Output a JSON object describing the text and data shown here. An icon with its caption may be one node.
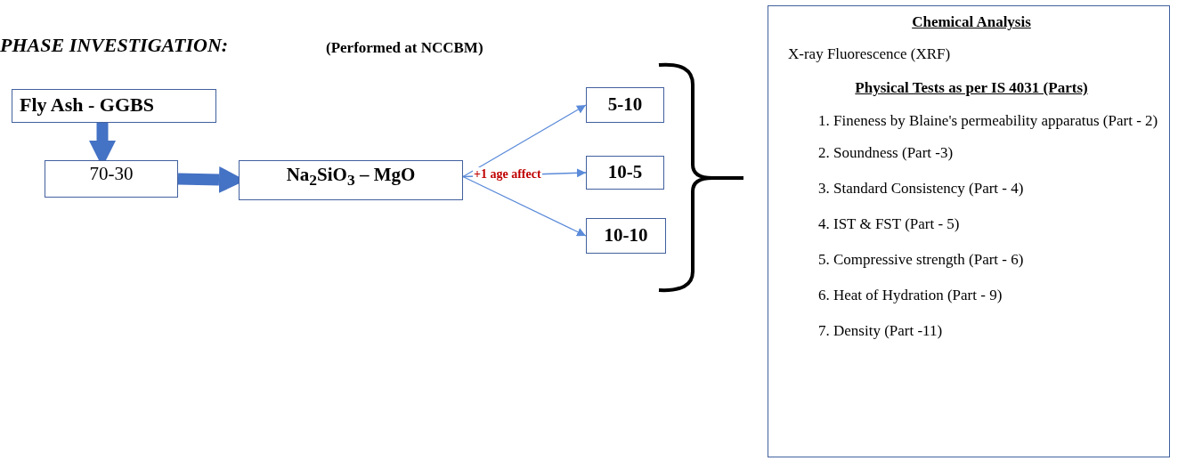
{
  "diagram": {
    "title": "PHASE INVESTIGATION:",
    "nodes": [
      {
        "text": [
          "Fly Ash - GGBS"
        ]
      },
      {
        "text": [
          "70-30"
        ]
      },
      {
        "text": [
          "Na$_{2}$SiO$_{3}$ – MgO"
        ]
      },
      {
        "text": [
          "5-10"
        ]
      },
      {
        "text": [
          "10-5"
        ]
      },
      {
        "text": [
          "10-10"
        ]
      },
      {
        "text": [
          "Chemical Analysis",
          "X-ray Fluorescence (XRF)",
          "Physical Tests as per IS 4031 (Parts)",
          "1. Fineness by Blaine's permeability apparatus (Part - 2)",
          "2. Soundness (Part -3)",
          "3. Standard Consistency (Part - 4)",
          "4. IST & FST (Part - 5)",
          "5. Compressive strength (Part - 6)",
          "6. Heat of Hydration (Part - 9)",
          "7. Density (Part -11)"
        ]
      }
    ],
    "edges": [
      {
        "from": 0,
        "to": 1,
        "arrow": "to",
        "style": "thick",
        "color": "#4472c4"
      },
      {
        "from": 1,
        "to": 2,
        "arrow": "to",
        "style": "thick",
        "color": "#4472c4"
      },
      {
        "from": 2,
        "to": 3,
        "arrow": "to"
      },
      {
        "from": 2,
        "to": 4,
        "arrow": "to",
        "label": "+1 age affect"
      },
      {
        "from": 2,
        "to": 5,
        "arrow": "to"
      }
    ],
    "labels": [
      "(Performed at NCCBM)"
    ]
  }
}
